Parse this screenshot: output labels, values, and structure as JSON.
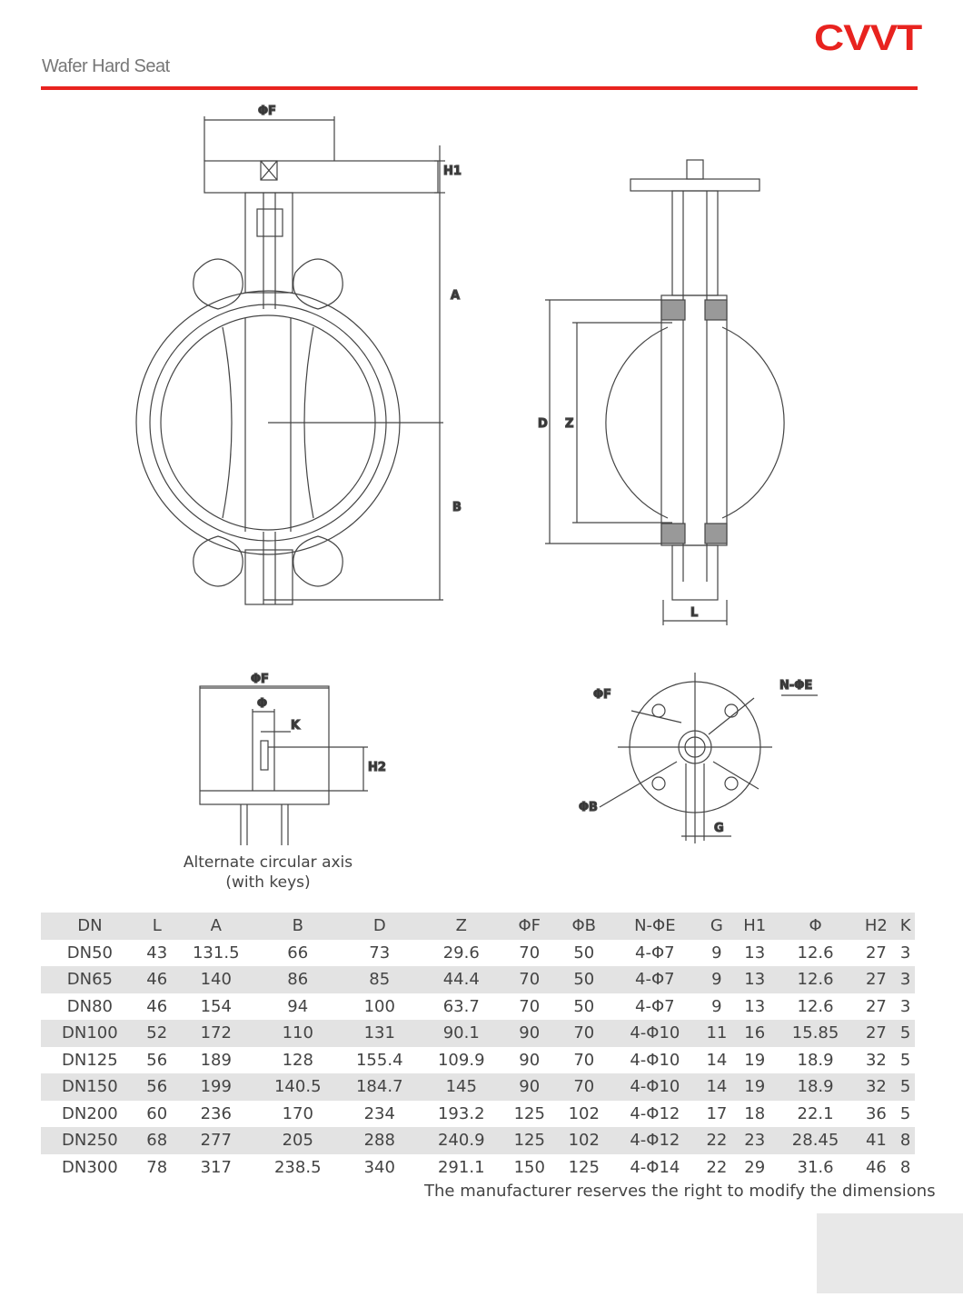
{
  "header": {
    "title": "Wafer Hard Seat",
    "logo": "CVVT",
    "accent_color": "#e8231f"
  },
  "drawing": {
    "front": {
      "phiF": "ΦF",
      "H1": "H1",
      "A": "A",
      "B": "B"
    },
    "side": {
      "D": "D",
      "Z": "Z",
      "L": "L"
    },
    "detail": {
      "phiF": "ΦF",
      "phi": "Φ",
      "K": "K",
      "H2": "H2",
      "caption_line1": "Alternate circular axis",
      "caption_line2": "(with keys)"
    },
    "flange": {
      "phiF": "ΦF",
      "NphiE": "N-ΦE",
      "phiB": "ΦB",
      "G": "G"
    }
  },
  "table": {
    "headers": [
      "DN",
      "L",
      "A",
      "B",
      "D",
      "Z",
      "ΦF",
      "ΦB",
      "N-ΦE",
      "G",
      "H1",
      "Φ",
      "H2",
      "K"
    ],
    "rows": [
      [
        "DN50",
        "43",
        "131.5",
        "66",
        "73",
        "29.6",
        "70",
        "50",
        "4-Φ7",
        "9",
        "13",
        "12.6",
        "27",
        "3"
      ],
      [
        "DN65",
        "46",
        "140",
        "86",
        "85",
        "44.4",
        "70",
        "50",
        "4-Φ7",
        "9",
        "13",
        "12.6",
        "27",
        "3"
      ],
      [
        "DN80",
        "46",
        "154",
        "94",
        "100",
        "63.7",
        "70",
        "50",
        "4-Φ7",
        "9",
        "13",
        "12.6",
        "27",
        "3"
      ],
      [
        "DN100",
        "52",
        "172",
        "110",
        "131",
        "90.1",
        "90",
        "70",
        "4-Φ10",
        "11",
        "16",
        "15.85",
        "27",
        "5"
      ],
      [
        "DN125",
        "56",
        "189",
        "128",
        "155.4",
        "109.9",
        "90",
        "70",
        "4-Φ10",
        "14",
        "19",
        "18.9",
        "32",
        "5"
      ],
      [
        "DN150",
        "56",
        "199",
        "140.5",
        "184.7",
        "145",
        "90",
        "70",
        "4-Φ10",
        "14",
        "19",
        "18.9",
        "32",
        "5"
      ],
      [
        "DN200",
        "60",
        "236",
        "170",
        "234",
        "193.2",
        "125",
        "102",
        "4-Φ12",
        "17",
        "18",
        "22.1",
        "36",
        "5"
      ],
      [
        "DN250",
        "68",
        "277",
        "205",
        "288",
        "240.9",
        "125",
        "102",
        "4-Φ12",
        "22",
        "23",
        "28.45",
        "41",
        "8"
      ],
      [
        "DN300",
        "78",
        "317",
        "238.5",
        "340",
        "291.1",
        "150",
        "125",
        "4-Φ14",
        "22",
        "29",
        "31.6",
        "46",
        "8"
      ]
    ],
    "note": "The manufacturer reserves the right to modify the dimensions"
  }
}
